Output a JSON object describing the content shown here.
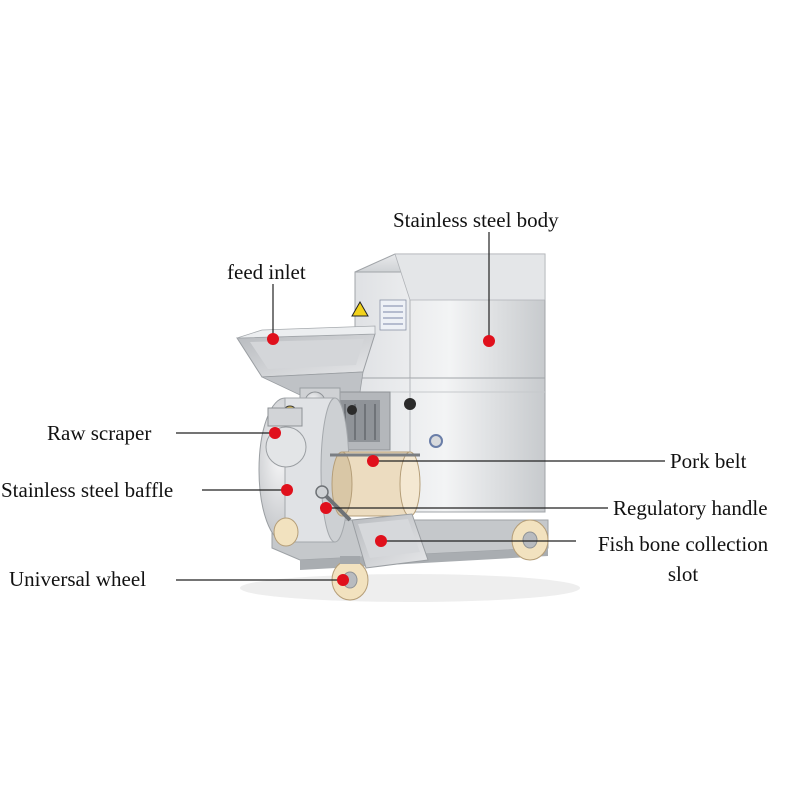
{
  "labels": {
    "body": "Stainless steel body",
    "feed_inlet": "feed inlet",
    "raw_scraper": "Raw scraper",
    "baffle": "Stainless steel baffle",
    "universal_wheel": "Universal wheel",
    "pork_belt": "Pork belt",
    "regulatory_handle": "Regulatory handle",
    "collection_slot": "Fish bone collection slot"
  },
  "colors": {
    "marker": "#e0101c",
    "leader": "#222222",
    "steel": "#c9ccd0",
    "belt": "#ecdcc0",
    "wheel": "#f2e2bf"
  }
}
